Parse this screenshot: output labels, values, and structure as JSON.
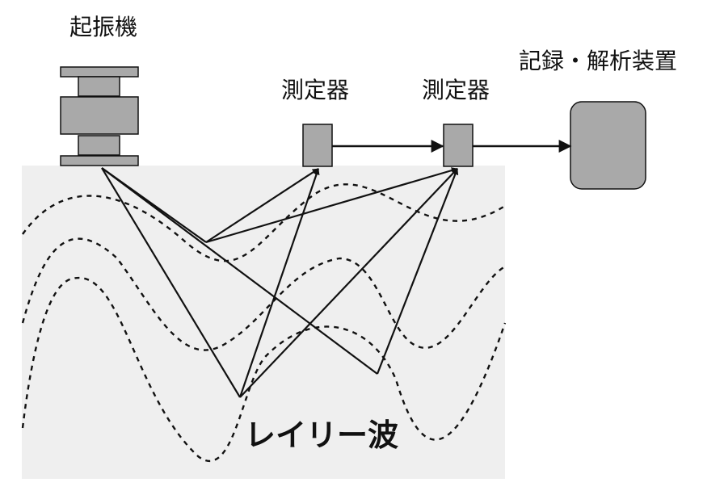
{
  "labels": {
    "vibrator": "起振機",
    "sensor_1": "測定器",
    "sensor_2": "測定器",
    "recorder": "記録・解析装置",
    "wave": "レイリー波"
  },
  "colors": {
    "ground": "#efefef",
    "device_fill": "#a9a9a9",
    "stroke": "#111111"
  }
}
